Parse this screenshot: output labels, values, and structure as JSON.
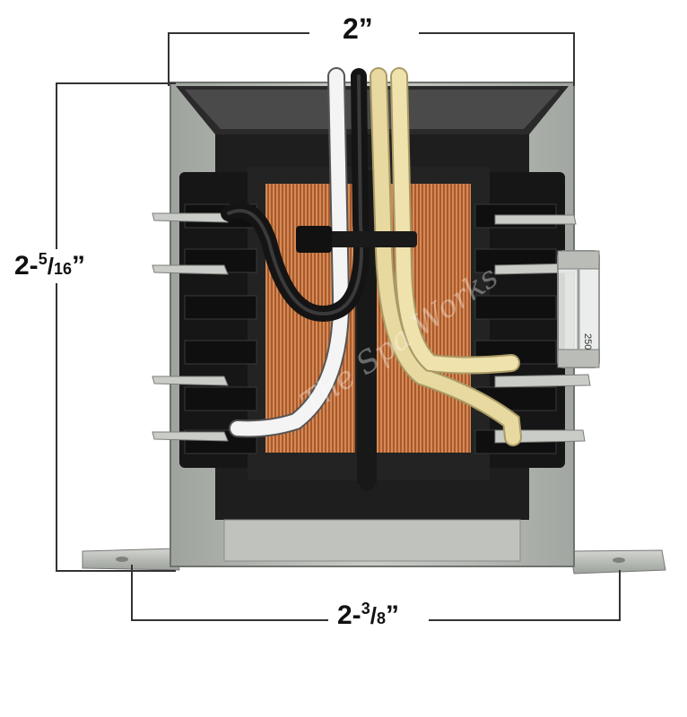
{
  "dimensions": {
    "width": "2”",
    "height": {
      "whole": "2-",
      "num": "5",
      "den": "16",
      "unit": "”"
    },
    "base": {
      "whole": "2-",
      "num": "3",
      "den": "8",
      "unit": "”"
    }
  },
  "watermark": "The Spa Works",
  "fuse_marking": "250",
  "colors": {
    "steel": "#b9bcb7",
    "copper": "#b86a3c",
    "bobbin": "#1c1c1c",
    "wire_yellow": "#e8d9a0",
    "wire_white": "#f4f4f4",
    "wire_black": "#141414"
  }
}
